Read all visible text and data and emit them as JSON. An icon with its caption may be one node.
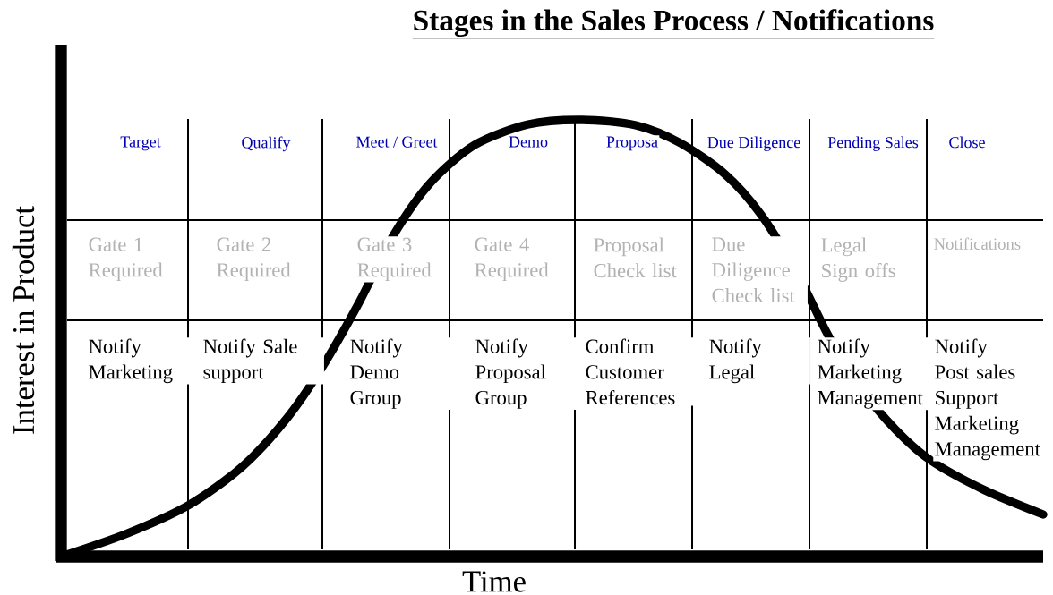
{
  "diagram": {
    "title": "Stages in the Sales Process / Notifications",
    "labels": [
      "Target",
      "Qualify",
      "Meet / Greet",
      "Demo",
      "Proposa",
      "Due Diligence",
      "Pending Sales",
      "Close",
      "Gate 1 Required",
      "Gate 2 Required",
      "Gate 3 Required",
      "Gate 4 Required",
      "Proposal Check list",
      "Due Diligence Check list",
      "Legal Sign offs",
      "Notifications",
      "Notify Marketing",
      "Notify Sale support",
      "Notify Demo Group",
      "Notify Proposal Group",
      "Confirm Customer References",
      "Notify Legal",
      "Notify Marketing Management",
      "Notify Post sales Support Marketing Management",
      "Interest in Product",
      "Time"
    ]
  }
}
